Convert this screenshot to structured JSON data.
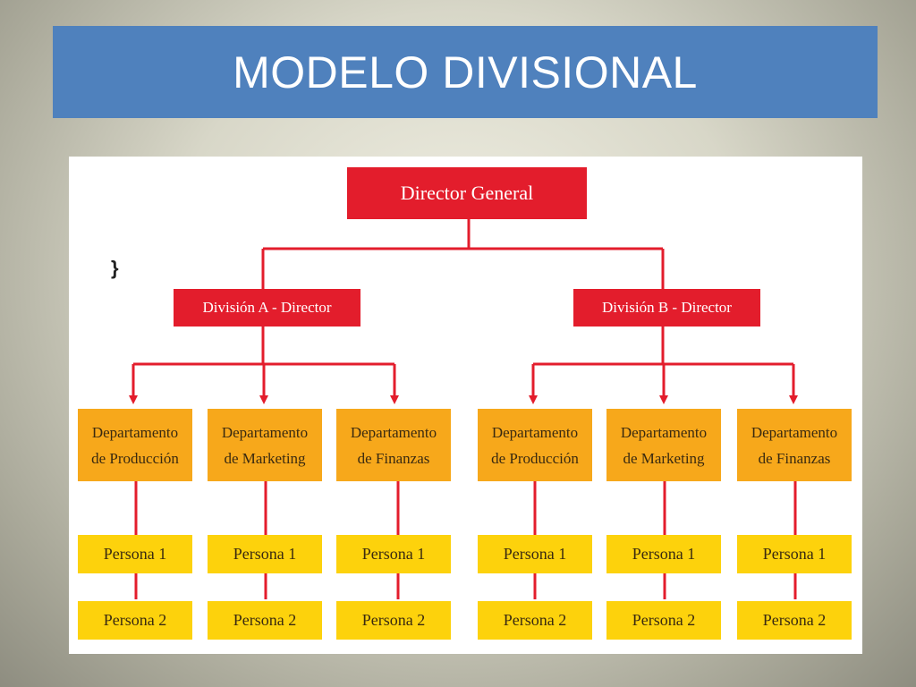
{
  "slide": {
    "title": "MODELO DIVISIONAL"
  },
  "diagram": {
    "stray_mark": "}",
    "director_general": "Director General",
    "division_a": {
      "director": "División A - Director",
      "departments": [
        {
          "line1": "Departamento",
          "line2": "de Producción",
          "persons": [
            "Persona 1",
            "Persona 2"
          ]
        },
        {
          "line1": "Departamento",
          "line2": "de Marketing",
          "persons": [
            "Persona 1",
            "Persona 2"
          ]
        },
        {
          "line1": "Departamento",
          "line2": "de Finanzas",
          "persons": [
            "Persona 1",
            "Persona 2"
          ]
        }
      ]
    },
    "division_b": {
      "director": "División B - Director",
      "departments": [
        {
          "line1": "Departamento",
          "line2": "de Producción",
          "persons": [
            "Persona 1",
            "Persona 2"
          ]
        },
        {
          "line1": "Departamento",
          "line2": "de Marketing",
          "persons": [
            "Persona 1",
            "Persona 2"
          ]
        },
        {
          "line1": "Departamento",
          "line2": "de Finanzas",
          "persons": [
            "Persona 1",
            "Persona 2"
          ]
        }
      ]
    },
    "colors": {
      "title_bar": "#4f81bd",
      "director_boxes": "#e31d2c",
      "department_boxes": "#f7a81b",
      "person_boxes": "#fdd20c",
      "connectors": "#e31d2c"
    }
  }
}
